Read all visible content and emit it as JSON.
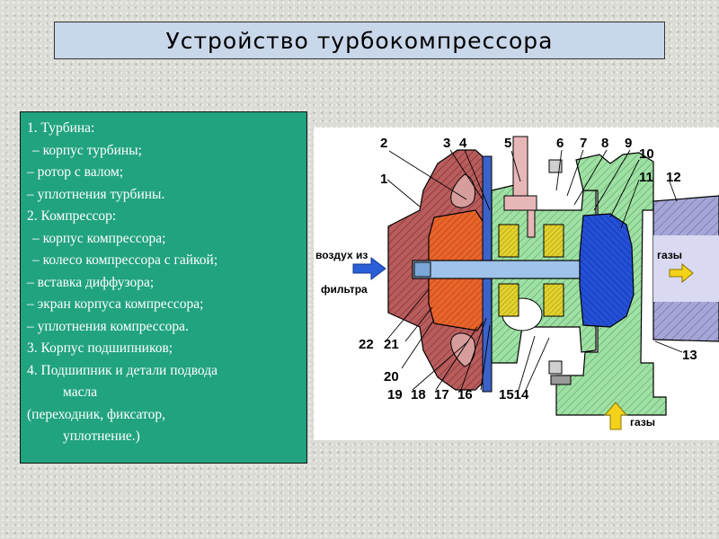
{
  "title": "Устройство турбокомпрессора",
  "text_lines": [
    "1.  Турбина:",
    " – корпус турбины;",
    "– ротор с валом;",
    "– уплотнения турбины.",
    "2. Компрессор:",
    " – корпус компрессора;",
    " – колесо компрессора с гайкой;",
    "– вставка диффузора;",
    "– экран корпуса компрессора;",
    "– уплотнения компрессора.",
    "3.  Корпус подшипников;",
    "4.  Подшипник и детали подвода",
    "масла",
    "(переходник, фиксатор,",
    "уплотнение.)"
  ],
  "diagram": {
    "labels": {
      "n1": "1",
      "n2": "2",
      "n3": "3",
      "n4": "4",
      "n5": "5",
      "n6": "6",
      "n7": "7",
      "n8": "8",
      "n9": "9",
      "n10": "10",
      "n11": "11",
      "n12": "12",
      "n13": "13",
      "n14": "1514",
      "n16": "16",
      "n17": "17",
      "n18": "18",
      "n19": "19",
      "n20": "20",
      "n21": "21",
      "n22": "22"
    },
    "air_in_line1": "воздух из",
    "air_in_line2": "фильтра",
    "gas_out": "газы",
    "gas_in": "газы"
  },
  "colors": {
    "title_bg": "#c9d7ea",
    "text_bg": "#21a37f",
    "compressor_housing": "#b85c5c",
    "compressor_wheel": "#e8642a",
    "turbine_housing": "#9fe0a4",
    "turbine_wheel": "#2450d8",
    "exhaust": "#a6a6d6",
    "arrow_blue": "#2a5fd8",
    "arrow_yellow": "#f5d21a"
  }
}
